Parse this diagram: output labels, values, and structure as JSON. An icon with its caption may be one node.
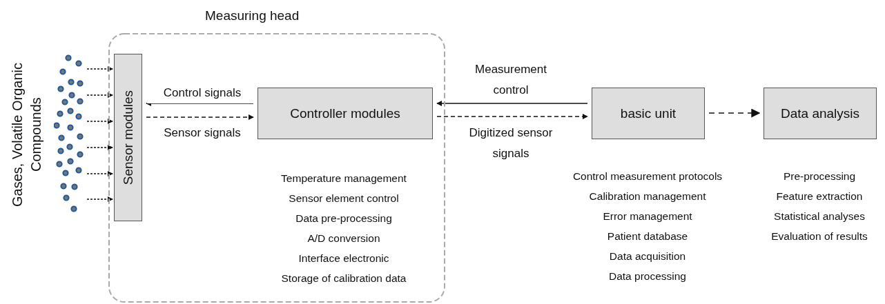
{
  "diagram": {
    "nodes": [
      {
        "text": [
          "Measuring head"
        ]
      },
      {
        "text": [
          "Sensor modules"
        ],
        "in": 0
      },
      {
        "text": [
          "Controller modules"
        ],
        "in": 0,
        "beside": [
          "Temperature management",
          "Sensor element control",
          "Data pre-processing",
          "A/D conversion",
          "Interface electronic",
          "Storage of calibration data"
        ]
      },
      {
        "text": [
          "basic unit"
        ],
        "beside": [
          "Control measurement protocols",
          "Calibration management",
          "Error management",
          "Patient database",
          "Data acquisition",
          "Data processing"
        ]
      },
      {
        "text": [
          "Data analysis"
        ],
        "beside": [
          "Pre-processing",
          "Feature extraction",
          "Statistical analyses",
          "Evaluation of results"
        ]
      },
      {
        "text": [],
        "shape": "picture",
        "beside": [
          "Gases, Volatile Organic Compounds"
        ]
      }
    ],
    "edges": [
      {
        "from": 2,
        "to": 1,
        "arrow": "to",
        "label": "Control signals"
      },
      {
        "from": 1,
        "to": 2,
        "arrow": "to",
        "label": "Sensor signals",
        "style": "dashed"
      },
      {
        "from": 3,
        "to": 2,
        "arrow": "to",
        "label": "Measurement control"
      },
      {
        "from": 2,
        "to": 3,
        "arrow": "to",
        "label": "Digitized sensor signals",
        "style": "dashed"
      },
      {
        "from": 3,
        "to": 4,
        "arrow": "to",
        "style": "dashed"
      },
      {
        "from": 5,
        "to": 1,
        "arrow": "to",
        "style": "dashed"
      },
      {
        "from": 5,
        "to": 1,
        "arrow": "to",
        "style": "dashed"
      },
      {
        "from": 5,
        "to": 1,
        "arrow": "to",
        "style": "dashed"
      },
      {
        "from": 5,
        "to": 1,
        "arrow": "to",
        "style": "dashed"
      },
      {
        "from": 5,
        "to": 1,
        "arrow": "to",
        "style": "dashed"
      },
      {
        "from": 5,
        "to": 1,
        "arrow": "to",
        "style": "dashed"
      }
    ]
  }
}
